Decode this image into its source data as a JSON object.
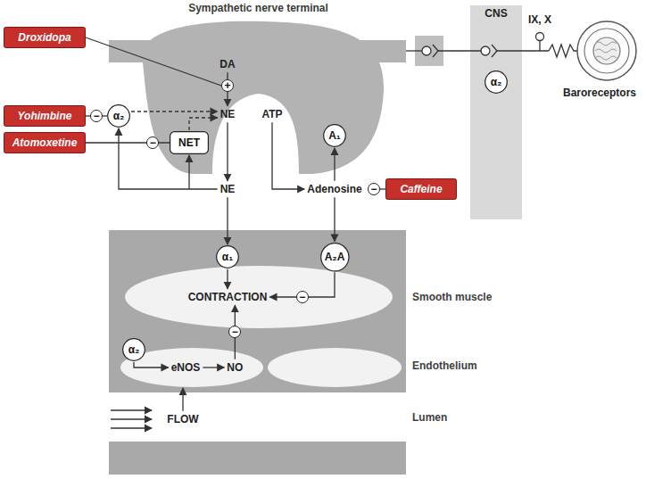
{
  "diagram": {
    "nodes": [
      {
        "text": [
          "Sympathetic nerve terminal"
        ]
      },
      {
        "text": [
          "Droxidopa"
        ]
      },
      {
        "text": [
          "Yohimbine"
        ]
      },
      {
        "text": [
          "Atomoxetine"
        ]
      },
      {
        "text": [
          "Caffeine"
        ]
      },
      {
        "text": [
          "α₂"
        ]
      },
      {
        "text": [
          "NET"
        ],
        "in": 0
      },
      {
        "text": [
          "A₁"
        ],
        "in": 0
      },
      {
        "text": [
          "CNS"
        ]
      },
      {
        "text": [
          "α₂"
        ],
        "in": 8
      },
      {
        "text": [
          "CONTRACTION"
        ]
      },
      {
        "text": [
          "α₁"
        ]
      },
      {
        "text": [
          "A₂A"
        ]
      },
      {
        "text": [
          "eNOS",
          "NO"
        ]
      },
      {
        "text": [
          "α₂"
        ],
        "in": 13
      }
    ],
    "edges": [
      {
        "from": 2,
        "to": 5,
        "arrow": "none",
        "label": "−"
      },
      {
        "from": 3,
        "to": 6,
        "arrow": "none",
        "label": "−"
      },
      {
        "from": 11,
        "to": 10,
        "arrow": "to"
      },
      {
        "from": 12,
        "to": 10,
        "arrow": "to",
        "label": "−"
      },
      {
        "from": 13,
        "to": 10,
        "arrow": "to",
        "label": "−"
      }
    ],
    "labels": [
      "DA",
      "+",
      "NE",
      "ATP",
      "NE",
      "Adenosine",
      "−",
      "IX, X",
      "Baroreceptors",
      "Smooth muscle",
      "Endothelium",
      "FLOW",
      "Lumen"
    ]
  }
}
